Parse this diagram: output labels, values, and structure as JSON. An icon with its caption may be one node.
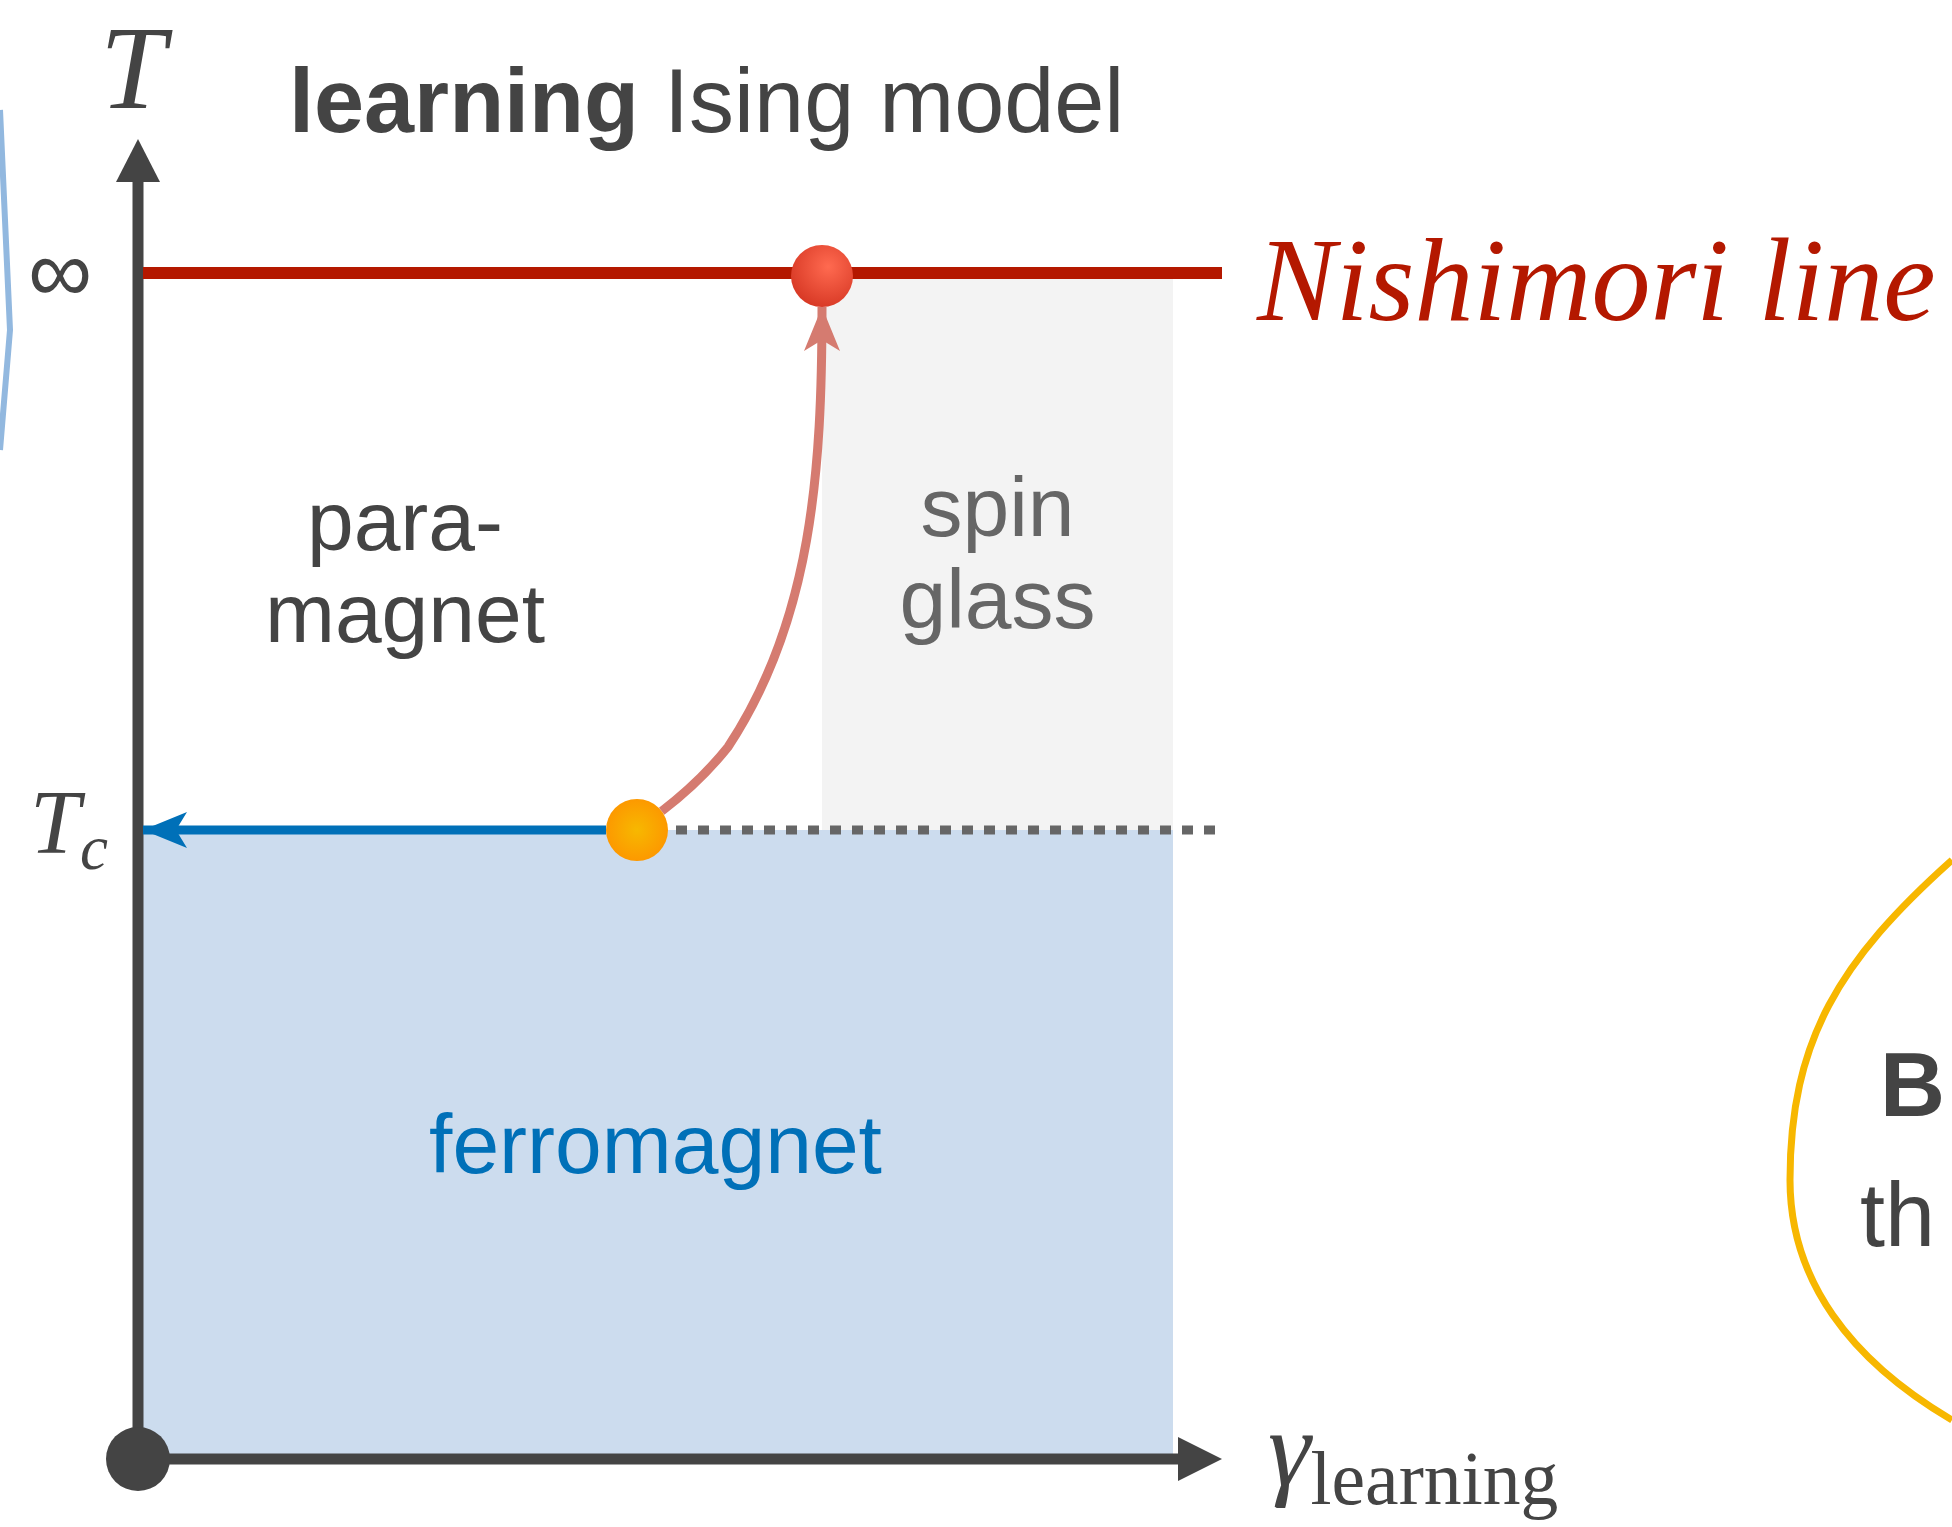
{
  "diagram": {
    "title": "**learning** Ising model",
    "nodes": [
      {
        "text": [],
        "shape": "circle"
      },
      {
        "text": [
          "spin glass"
        ]
      },
      {
        "text": [],
        "shape": "circle"
      },
      {
        "text": [
          "ferromagnet"
        ]
      },
      {
        "text": [],
        "shape": "circle"
      }
    ],
    "edges": [
      {
        "from": 2,
        "to": 0,
        "arrow": "to",
        "color": "#d57b70"
      },
      {
        "from": 2,
        "to": 3,
        "arrow": "to",
        "color": "#0070b8"
      }
    ],
    "labels": [
      "T",
      "∞",
      "Nishimori line",
      "para- magnet",
      "T$_{c}$",
      "γ$_{learning}$",
      "B",
      "th"
    ]
  }
}
